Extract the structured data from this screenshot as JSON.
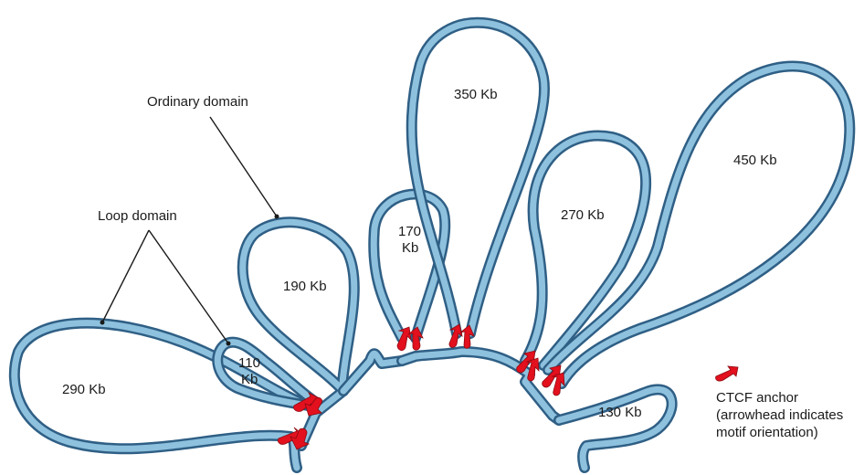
{
  "loops": [
    {
      "id": "290",
      "label": "290 Kb"
    },
    {
      "id": "110",
      "label_line1": "110",
      "label_line2": "Kb"
    },
    {
      "id": "190",
      "label": "190 Kb"
    },
    {
      "id": "170",
      "label_line1": "170",
      "label_line2": "Kb"
    },
    {
      "id": "350",
      "label": "350 Kb"
    },
    {
      "id": "270",
      "label": "270 Kb"
    },
    {
      "id": "450",
      "label": "450 Kb"
    },
    {
      "id": "130",
      "label": "130 Kb"
    }
  ],
  "callouts": {
    "loop_domain": "Loop domain",
    "ordinary_domain": "Ordinary domain"
  },
  "legend": {
    "line1": "CTCF anchor",
    "line2": "(arrowhead indicates",
    "line3": "motif orientation)"
  },
  "colors": {
    "fiber_fill": "#8ec1dd",
    "fiber_outline": "#2f5f85",
    "ctcf_anchor": "#e3101e"
  }
}
